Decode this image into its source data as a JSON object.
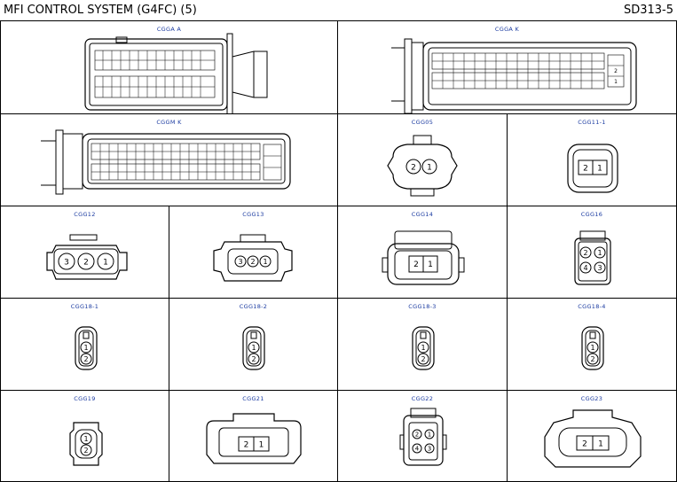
{
  "header": {
    "title": "MFI CONTROL SYSTEM (G4FC) (5)",
    "code": "SD313-5"
  },
  "connectors": {
    "cgga": "CGGA A",
    "cggbk": "CGGA K",
    "cggmk": "CGGM K",
    "cgg05": "CGG05",
    "cgg11": "CGG11-1",
    "cgg12": "CGG12",
    "cgg13": "CGG13",
    "cgg14": "CGG14",
    "cgg16": "CGG16",
    "cgg181": "CGG18-1",
    "cgg182": "CGG18-2",
    "cgg183": "CGG18-3",
    "cgg184": "CGG18-4",
    "cgg19": "CGG19",
    "cgg21": "CGG21",
    "cgg22": "CGG22",
    "cgg23": "CGG23"
  },
  "pins": {
    "p1": "1",
    "p2": "2",
    "p3": "3",
    "p4": "4"
  }
}
